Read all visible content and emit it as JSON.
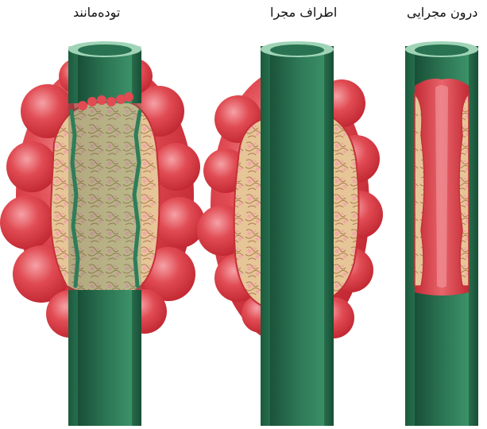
{
  "labels": {
    "left": "توده‌مانند",
    "middle": "اطراف مجرا",
    "right": "درون مجرایی"
  },
  "colors": {
    "duct_green": "#2f7d5a",
    "duct_dark": "#1d5a3f",
    "duct_light": "#7fc6a2",
    "tumor_red": "#d9363e",
    "tumor_highlight": "#f08a8f",
    "tissue_tan": "#e4c08e",
    "tissue_pink": "#f0a3a5"
  }
}
